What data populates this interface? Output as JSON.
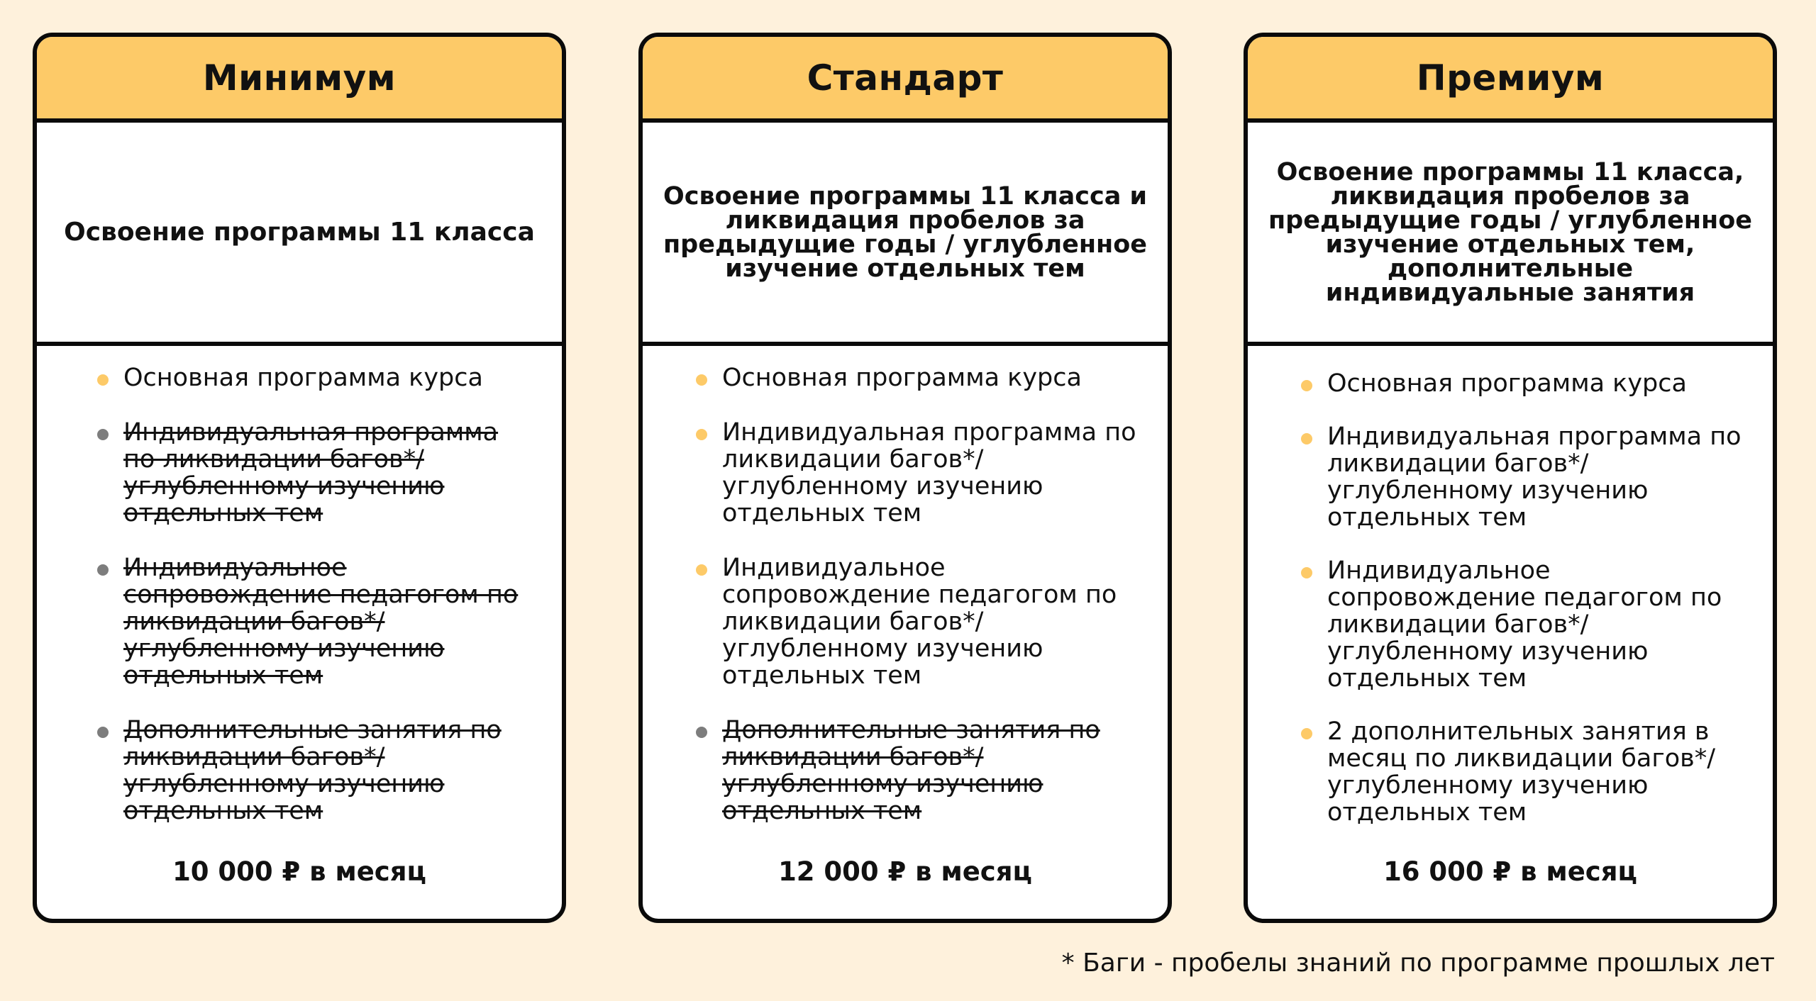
{
  "plans": [
    {
      "title": "Минимум",
      "description": "Освоение программы 11 класса",
      "features": [
        {
          "text": "Основная программа курса",
          "included": true
        },
        {
          "text": "Индивидуальная программа по ликвидации багов*/ углубленному изучению отдельных тем",
          "included": false
        },
        {
          "text": "Индивидуальное сопровождение педагогом по ликвидации багов*/ углубленному изучению отдельных тем",
          "included": false
        },
        {
          "text": "Дополнительные занятия по ликвидации багов*/ углубленному изучению отдельных тем",
          "included": false
        }
      ],
      "price": "10 000 ₽ в месяц"
    },
    {
      "title": "Стандарт",
      "description": "Освоение программы 11 класса и ликвидация пробелов за предыдущие годы / углубленное изучение отдельных тем",
      "features": [
        {
          "text": "Основная программа курса",
          "included": true
        },
        {
          "text": "Индивидуальная программа по ликвидации багов*/ углубленному изучению отдельных тем",
          "included": true
        },
        {
          "text": "Индивидуальное сопровождение педагогом по ликвидации багов*/ углубленному изучению отдельных тем",
          "included": true
        },
        {
          "text": "Дополнительные занятия по ликвидации багов*/ углубленному изучению отдельных тем",
          "included": false
        }
      ],
      "price": "12 000 ₽ в месяц"
    },
    {
      "title": "Премиум",
      "description": "Освоение программы 11 класса, ликвидация пробелов за предыдущие годы / углубленное изучение отдельных тем, дополнительные индивидуальные занятия",
      "features": [
        {
          "text": "Основная программа курса",
          "included": true
        },
        {
          "text": "Индивидуальная программа по ликвидации багов*/ углубленному изучению отдельных тем",
          "included": true
        },
        {
          "text": "Индивидуальное сопровождение педагогом по ликвидации багов*/ углубленному изучению отдельных тем",
          "included": true
        },
        {
          "text": "2 дополнительных занятия в месяц по ликвидации багов*/ углубленному изучению отдельных тем",
          "included": true
        }
      ],
      "price": "16 000 ₽ в месяц"
    }
  ],
  "footnote": "* Баги - пробелы знаний по программе прошлых лет",
  "colors": {
    "background": "#fef1dc",
    "header": "#fdca68",
    "bullet_included": "#fdca68",
    "bullet_excluded": "#7d7d7d",
    "border": "#0a0a0a"
  }
}
